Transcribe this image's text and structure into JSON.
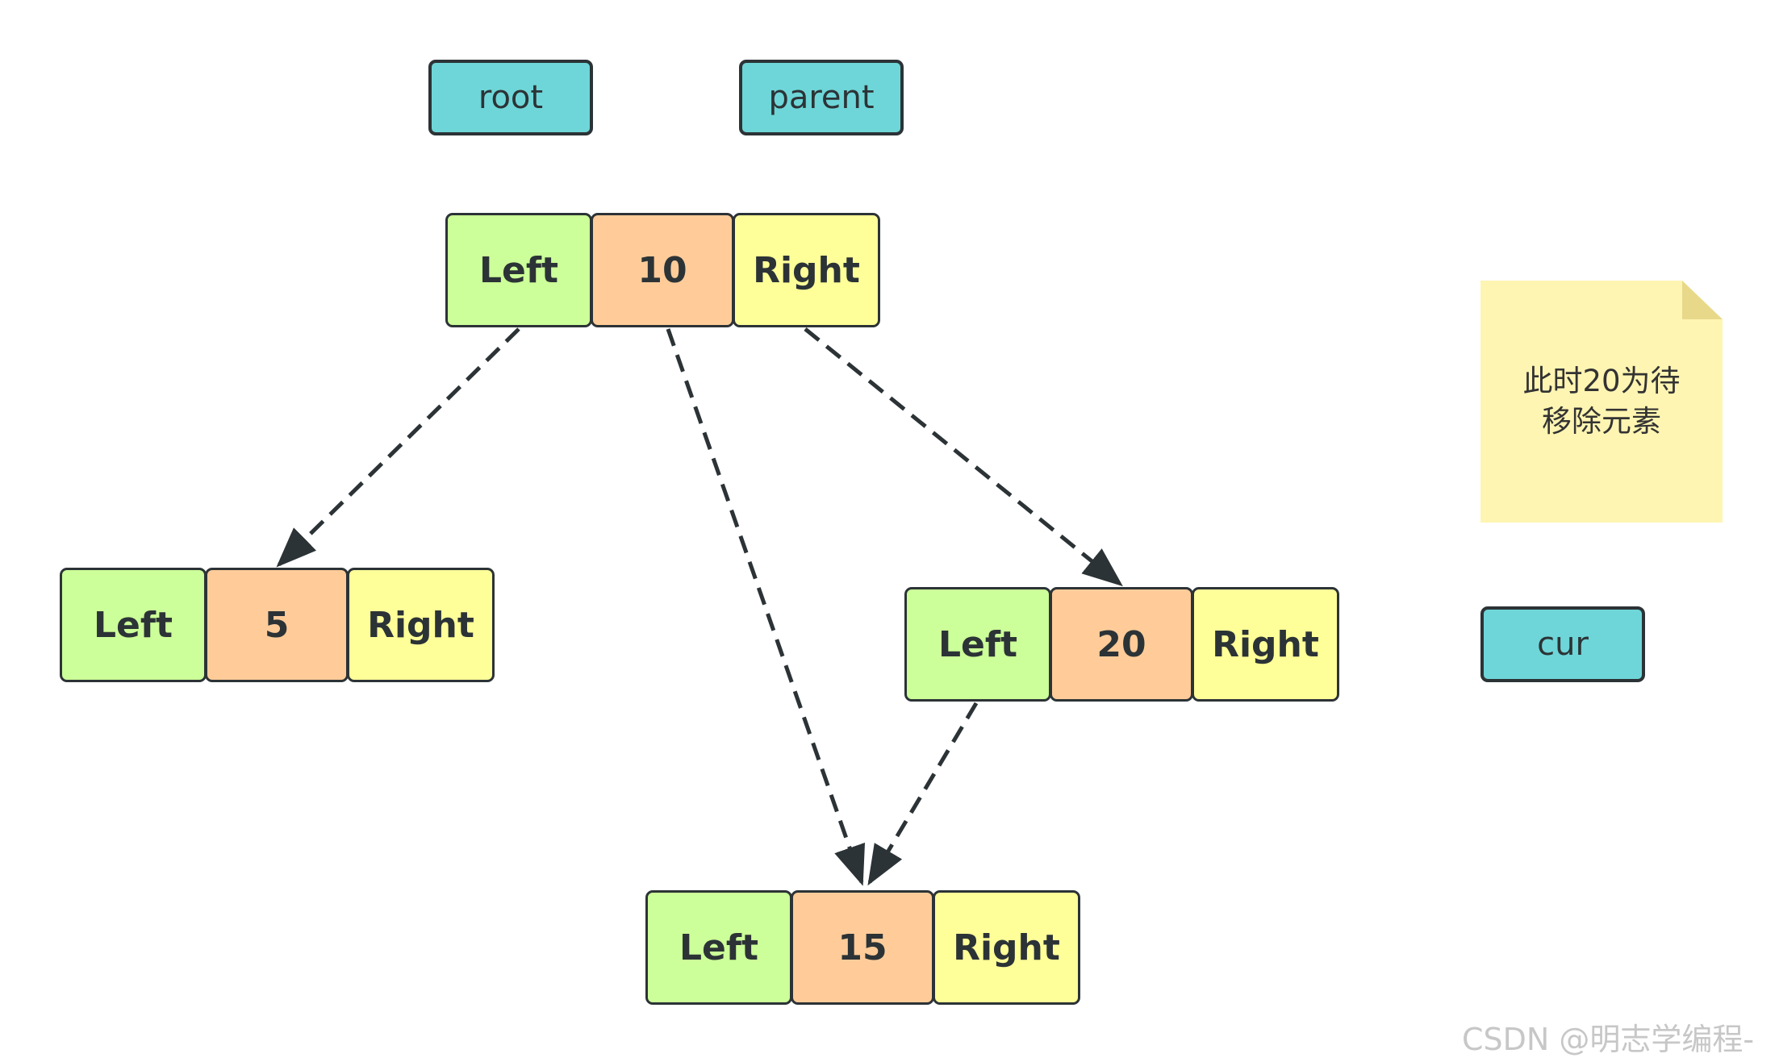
{
  "pointers": {
    "root": "root",
    "parent": "parent",
    "cur": "cur"
  },
  "nodes": {
    "n10": {
      "left": "Left",
      "value": "10",
      "right": "Right"
    },
    "n5": {
      "left": "Left",
      "value": "5",
      "right": "Right"
    },
    "n20": {
      "left": "Left",
      "value": "20",
      "right": "Right"
    },
    "n15": {
      "left": "Left",
      "value": "15",
      "right": "Right"
    }
  },
  "edges": [
    {
      "from": "10.Left",
      "to": "5"
    },
    {
      "from": "10.value",
      "to": "15"
    },
    {
      "from": "10.Right",
      "to": "20"
    },
    {
      "from": "20.Left",
      "to": "15"
    }
  ],
  "note": {
    "line1": "此时20为待",
    "line2": "移除元素"
  },
  "watermark": "CSDN @明志学编程-",
  "colors": {
    "pointer_fill": "#6ed6d8",
    "left_cell": "#ccff99",
    "value_cell": "#ffcc99",
    "right_cell": "#ffff99",
    "note_fill": "#fff5b2",
    "outline": "#2c3336"
  }
}
